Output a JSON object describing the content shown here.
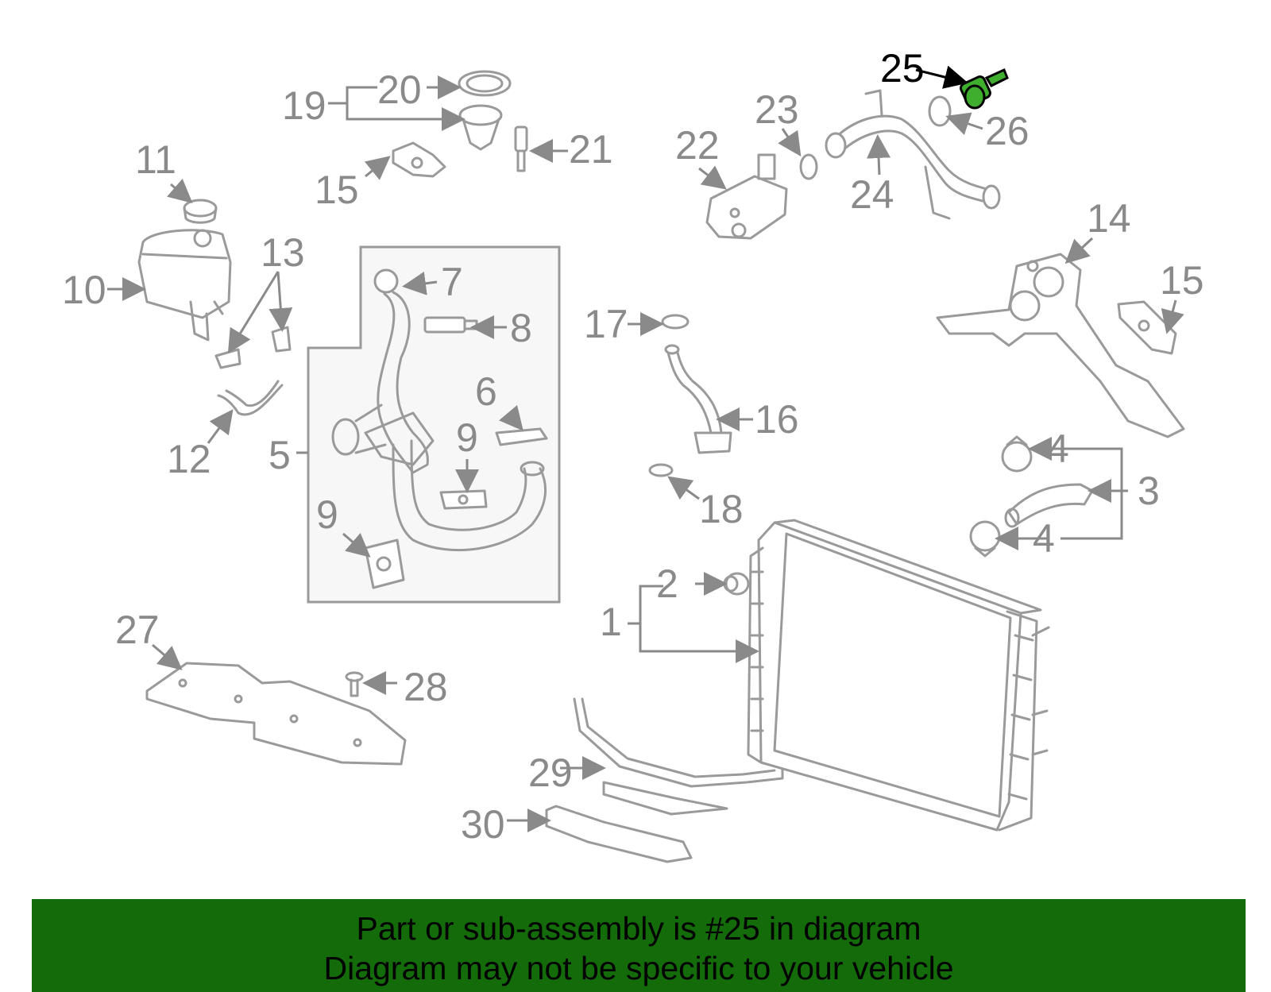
{
  "diagram": {
    "callouts": [
      "1",
      "2",
      "3",
      "4",
      "4",
      "5",
      "6",
      "7",
      "8",
      "9",
      "9",
      "10",
      "11",
      "12",
      "13",
      "14",
      "15",
      "15",
      "16",
      "17",
      "18",
      "19",
      "20",
      "21",
      "22",
      "23",
      "24",
      "25",
      "26",
      "27",
      "28",
      "29",
      "30"
    ],
    "highlighted_callout": "25",
    "highlight_color": "#3fae2e",
    "line_color": "#9a9a9a"
  },
  "banner": {
    "line1": "Part or sub-assembly is #25 in diagram",
    "line2": "Diagram may not be specific to your vehicle",
    "background": "#146b0a"
  }
}
